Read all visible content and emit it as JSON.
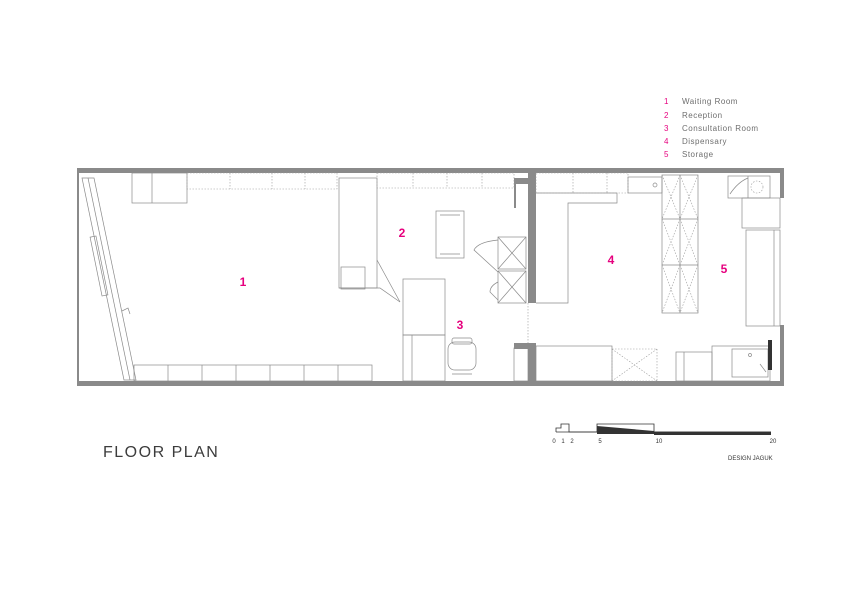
{
  "legend": [
    {
      "number": "1",
      "label": "Waiting Room"
    },
    {
      "number": "2",
      "label": "Reception"
    },
    {
      "number": "3",
      "label": "Consultation Room"
    },
    {
      "number": "4",
      "label": "Dispensary"
    },
    {
      "number": "5",
      "label": "Storage"
    }
  ],
  "room_numbers": [
    "1",
    "2",
    "3",
    "4",
    "5"
  ],
  "title": "FLOOR PLAN",
  "scale_bar": {
    "ticks": [
      "0",
      "1",
      "2",
      "5",
      "10",
      "20"
    ]
  },
  "credit": "DESIGN JAGUK",
  "colors": {
    "accent": "#e6007e",
    "wall": "#8a8a8a",
    "text": "#3c3c3c"
  }
}
